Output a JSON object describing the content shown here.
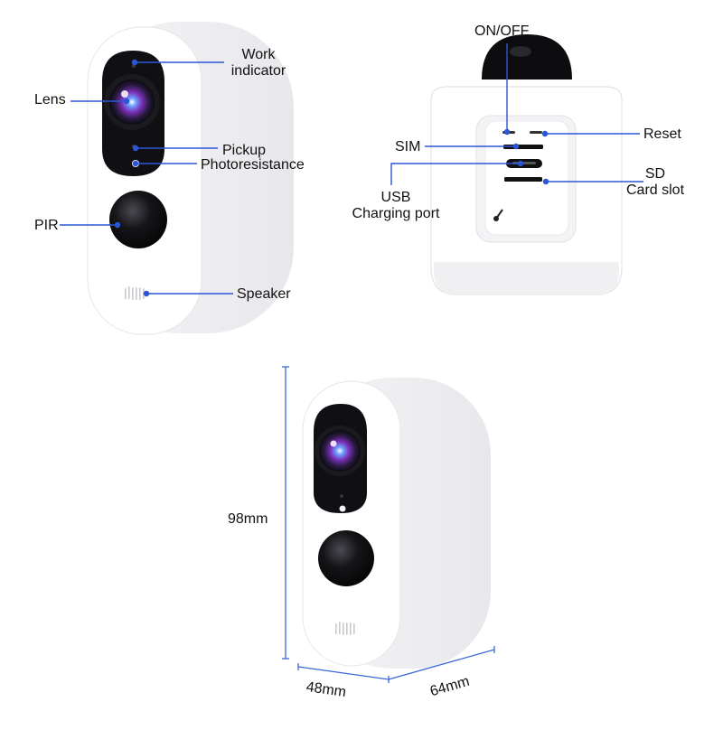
{
  "front_view": {
    "labels": {
      "work_indicator": [
        "Work",
        "indicator"
      ],
      "lens": "Lens",
      "pickup": "Pickup",
      "photoresistance": "Photoresistance",
      "pir": "PIR",
      "speaker": "Speaker"
    }
  },
  "back_view": {
    "labels": {
      "on_off": "ON/OFF",
      "reset": "Reset",
      "sim": "SIM",
      "sd_card_slot": [
        "SD",
        "Card slot"
      ],
      "usb_charging_port": [
        "USB",
        "Charging port"
      ]
    }
  },
  "dimension_view": {
    "height": "98mm",
    "width": "48mm",
    "depth": "64mm"
  },
  "colors": {
    "leader_line": "#2b56d6",
    "dimension_line": "#3a67d8",
    "body": "#ffffff",
    "shell_edge": "#e6e6ea",
    "black_panel": "#101014"
  }
}
